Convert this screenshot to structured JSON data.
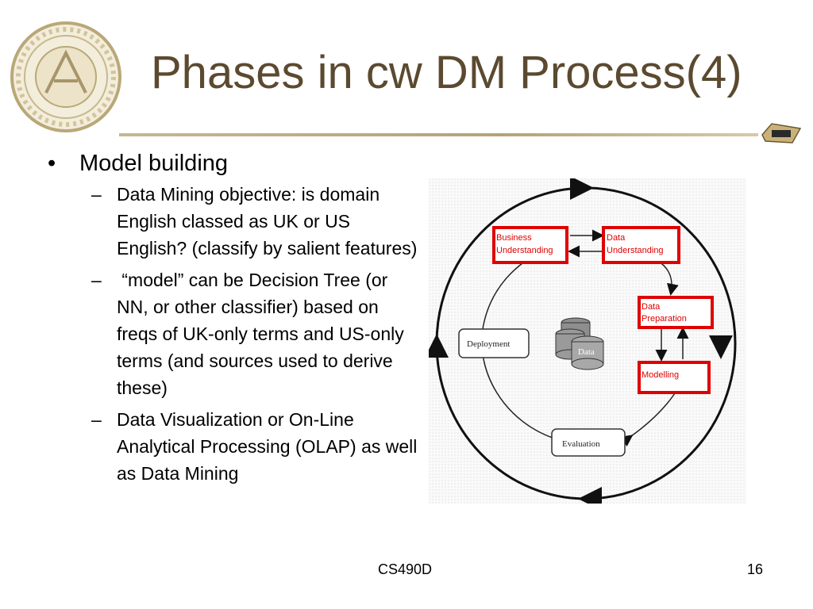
{
  "slide": {
    "title": "Phases in cw DM Process(4)",
    "bullets": [
      {
        "text": "Model building",
        "sub": [
          "Data Mining objective: is domain English classed as UK or US English? (classify by salient features)",
          " “model” can be Decision Tree (or NN, or other classifier) based on freqs of UK-only terms and US-only terms (and sources used to derive these)",
          "Data Visualization or On-Line Analytical Processing (OLAP) as well as Data Mining"
        ]
      }
    ],
    "bullet_mark": "•",
    "sub_mark": "–"
  },
  "diagram": {
    "boxes": {
      "business_1": "Business",
      "business_2": "Understanding",
      "data_u_1": "Data",
      "data_u_2": "Understanding",
      "data_prep_1": "Data",
      "data_prep_2": "Preparation",
      "modelling": "Modelling",
      "deployment": "Deployment",
      "evaluation": "Evaluation",
      "data_store": "Data"
    },
    "highlight_color": "#e00000"
  },
  "footer": {
    "center": "CS490D",
    "page": "16"
  }
}
